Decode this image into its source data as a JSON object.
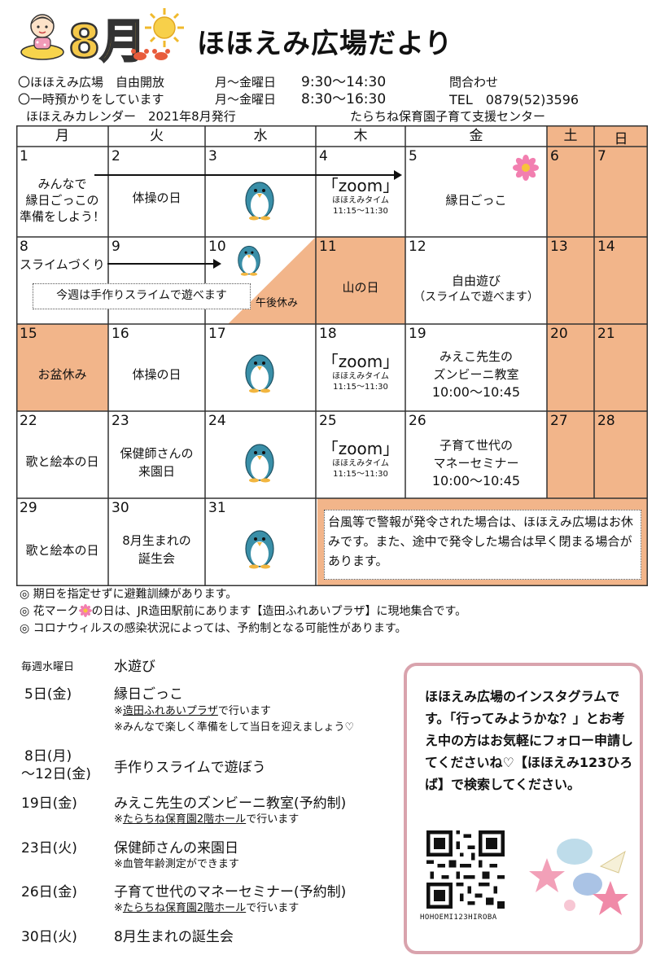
{
  "header": {
    "month": "8月",
    "title": "ほほえみ広場だより"
  },
  "info": {
    "line1_left": "〇ほほえみ広場　自由開放",
    "line1_days": "月～金曜日",
    "line1_time": "9:30～14:30",
    "contact_label": "問合わせ",
    "line2_left": "〇一時預かりをしています",
    "line2_days": "月～金曜日",
    "line2_time": "8:30～16:30",
    "tel": "TEL　0879(52)3596",
    "calendar_label": "ほほえみカレンダー　2021年8月発行",
    "center_name": "たらちね保育園子育て支援センター"
  },
  "calendar": {
    "weekdays": [
      "月",
      "火",
      "水",
      "木",
      "金",
      "土",
      "日"
    ],
    "days": {
      "d1": "1",
      "d2": "2",
      "d3": "3",
      "d4": "4",
      "d5": "5",
      "d6": "6",
      "d7": "7",
      "d8": "8",
      "d9": "9",
      "d10": "10",
      "d11": "11",
      "d12": "12",
      "d13": "13",
      "d14": "14",
      "d15": "15",
      "d16": "16",
      "d17": "17",
      "d18": "18",
      "d19": "19",
      "d20": "20",
      "d21": "21",
      "d22": "22",
      "d23": "23",
      "d24": "24",
      "d25": "25",
      "d26": "26",
      "d27": "27",
      "d28": "28",
      "d29": "29",
      "d30": "30",
      "d31": "31"
    },
    "events": {
      "d1_a": "みんなで",
      "d1_b": "縁日ごっこの",
      "d1_c": "準備をしよう！",
      "d2": "体操の日",
      "d5": "縁日ごっこ",
      "d8": "スライムづくり",
      "slime_week": "今週は手作りスライムで遊べます",
      "d10_pm": "午後休み",
      "d11": "山の日",
      "d12_a": "自由遊び",
      "d12_b": "（スライムで遊べます）",
      "d15": "お盆休み",
      "d16": "体操の日",
      "d19_a": "みえこ先生の",
      "d19_b": "ズンビーニ教室",
      "d19_c": "10:00～10:45",
      "d22": "歌と絵本の日",
      "d23_a": "保健師さんの",
      "d23_b": "来園日",
      "d26_a": "子育て世代の",
      "d26_b": "マネーセミナー",
      "d26_c": "10:00～10:45",
      "d29": "歌と絵本の日",
      "d30_a": "8月生まれの",
      "d30_b": "誕生会",
      "typhoon": "台風等で警報が発令された場合は、ほほえみ広場はお休みです。また、途中で発令した場合は早く閉まる場合があります。"
    },
    "zoom": {
      "label": "「zoom」",
      "sub": "ほほえみタイム",
      "time": "11:15～11:30"
    }
  },
  "notes": {
    "n1": "◎ 期日を指定せずに避難訓練があります。",
    "n2_a": "◎ 花マーク",
    "n2_b": "の日は、JR造田駅前にあります【造田ふれあいプラザ】に現地集合です。",
    "n3": "◎ コロナウィルスの感染状況によっては、予約制となる可能性があります。"
  },
  "events": [
    {
      "date": "毎週水曜日",
      "title": "水遊び"
    },
    {
      "date": "5日(金)",
      "title": "縁日ごっこ",
      "sub1_a": "※",
      "sub1_u": "造田ふれあいプラザ",
      "sub1_b": "で行います",
      "sub2": "※みんなで楽しく準備をして当日を迎えましょう♡"
    },
    {
      "date_a": "8日(月)",
      "date_b": "～12日(金)",
      "title": "手作りスライムで遊ぼう"
    },
    {
      "date": "19日(金)",
      "title": "みえこ先生のズンビーニ教室(予約制)",
      "sub1_a": "※",
      "sub1_u": "たらちね保育園2階ホール",
      "sub1_b": "で行います"
    },
    {
      "date": "23日(火)",
      "title": "保健師さんの来園日",
      "sub1": "※血管年齢測定ができます"
    },
    {
      "date": "26日(金)",
      "title": "子育て世代のマネーセミナー(予約制)",
      "sub1_a": "※",
      "sub1_u": "たらちね保育園2階ホール",
      "sub1_b": "で行います"
    },
    {
      "date": "30日(火)",
      "title": "8月生まれの誕生会"
    }
  ],
  "instagram": {
    "text": "ほほえみ広場のインスタグラムです。「行ってみようかな？」とお考え中の方はお気軽にフォロー申請してくださいね♡【ほほえみ123ひろば】で検索してください。",
    "handle": "HOHOEMI123HIROBA"
  },
  "colors": {
    "holiday": "#f2b58a",
    "border": "#333333",
    "frame_pink": "#d9a3ad"
  }
}
